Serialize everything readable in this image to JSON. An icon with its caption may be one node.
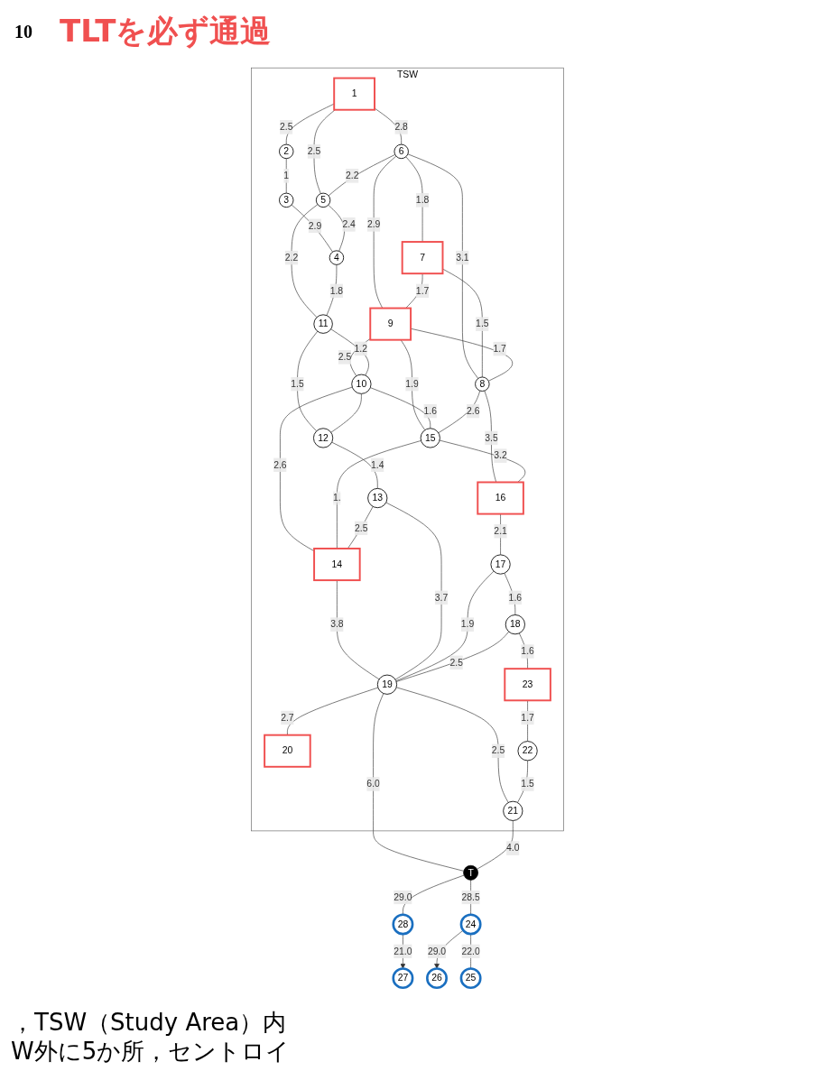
{
  "diagram": {
    "nodes": [
      {
        "text": [
          "TSW"
        ]
      },
      {
        "text": [
          "1"
        ],
        "in": 0
      },
      {
        "text": [
          "2"
        ],
        "in": 0
      },
      {
        "text": [
          "3"
        ],
        "in": 0
      },
      {
        "text": [
          "4"
        ],
        "in": 0
      },
      {
        "text": [
          "5"
        ],
        "in": 0
      },
      {
        "text": [
          "6"
        ],
        "in": 0
      },
      {
        "text": [
          "7"
        ],
        "in": 0
      },
      {
        "text": [
          "8"
        ],
        "in": 0
      },
      {
        "text": [
          "9"
        ],
        "in": 0
      },
      {
        "text": [
          "10"
        ],
        "in": 0
      },
      {
        "text": [
          "11"
        ],
        "in": 0
      },
      {
        "text": [
          "12"
        ],
        "in": 0
      },
      {
        "text": [
          "13"
        ],
        "in": 0
      },
      {
        "text": [
          "14"
        ],
        "in": 0
      },
      {
        "text": [
          "15"
        ],
        "in": 0
      },
      {
        "text": [
          "16"
        ],
        "in": 0
      },
      {
        "text": [
          "17"
        ],
        "in": 0
      },
      {
        "text": [
          "18"
        ],
        "in": 0
      },
      {
        "text": [
          "19"
        ],
        "in": 0
      },
      {
        "text": [
          "20"
        ],
        "in": 0
      },
      {
        "text": [
          "21"
        ],
        "in": 0
      },
      {
        "text": [
          "22"
        ],
        "in": 0
      },
      {
        "text": [
          "23"
        ],
        "in": 0
      },
      {
        "text": [
          "T"
        ]
      },
      {
        "text": [
          "24"
        ]
      },
      {
        "text": [
          "25"
        ]
      },
      {
        "text": [
          "26"
        ]
      },
      {
        "text": [
          "27"
        ]
      },
      {
        "text": [
          "28"
        ]
      }
    ],
    "edges": [
      {
        "from": 1,
        "to": 2,
        "arrow": "none",
        "label": "2.5"
      },
      {
        "from": 2,
        "to": 3,
        "arrow": "none",
        "label": "1"
      },
      {
        "from": 3,
        "to": 4,
        "arrow": "none",
        "label": "2.9"
      },
      {
        "from": 1,
        "to": 6,
        "arrow": "none",
        "label": "2.8"
      },
      {
        "from": 1,
        "to": 5,
        "arrow": "none",
        "label": "2.5"
      },
      {
        "from": 6,
        "to": 5,
        "arrow": "none",
        "label": "2.2"
      },
      {
        "from": 5,
        "to": 4,
        "arrow": "none",
        "label": "2.4"
      },
      {
        "from": 5,
        "to": 11,
        "arrow": "none",
        "label": "2.2"
      },
      {
        "from": 4,
        "to": 11,
        "arrow": "none",
        "label": "1.8"
      },
      {
        "from": 6,
        "to": 7,
        "arrow": "none",
        "label": "1.8"
      },
      {
        "from": 6,
        "to": 8,
        "arrow": "none",
        "label": "3.1"
      },
      {
        "from": 6,
        "to": 9,
        "arrow": "none",
        "label": "2.9"
      },
      {
        "from": 7,
        "to": 9,
        "arrow": "none",
        "label": "1.7"
      },
      {
        "from": 7,
        "to": 8,
        "arrow": "none",
        "label": "1.5"
      },
      {
        "from": 9,
        "to": 8,
        "arrow": "none",
        "label": "1.7"
      },
      {
        "from": 9,
        "to": 10,
        "arrow": "none",
        "label": "2.5"
      },
      {
        "from": 9,
        "to": 15,
        "arrow": "none",
        "label": "1.9"
      },
      {
        "from": 11,
        "to": 10,
        "arrow": "none",
        "label": "1.2"
      },
      {
        "from": 11,
        "to": 12,
        "arrow": "none",
        "label": "1.5"
      },
      {
        "from": 10,
        "to": 12,
        "arrow": "none"
      },
      {
        "from": 10,
        "to": 15,
        "arrow": "none",
        "label": "1.6"
      },
      {
        "from": 10,
        "to": 14,
        "arrow": "none",
        "label": "2.6"
      },
      {
        "from": 8,
        "to": 15,
        "arrow": "none",
        "label": "2.6"
      },
      {
        "from": 15,
        "to": 14,
        "arrow": "none",
        "label": "1."
      },
      {
        "from": 12,
        "to": 13,
        "arrow": "none",
        "label": "1.4"
      },
      {
        "from": 13,
        "to": 14,
        "arrow": "none",
        "label": "2.5"
      },
      {
        "from": 8,
        "to": 16,
        "arrow": "none",
        "label": "3.5"
      },
      {
        "from": 15,
        "to": 16,
        "arrow": "none",
        "label": "3.2"
      },
      {
        "from": 14,
        "to": 19,
        "arrow": "none",
        "label": "3.8"
      },
      {
        "from": 13,
        "to": 19,
        "arrow": "none",
        "label": "3.7"
      },
      {
        "from": 16,
        "to": 17,
        "arrow": "none",
        "label": "2.1"
      },
      {
        "from": 17,
        "to": 19,
        "arrow": "none",
        "label": "1.9"
      },
      {
        "from": 17,
        "to": 18,
        "arrow": "none",
        "label": "1.6"
      },
      {
        "from": 18,
        "to": 19,
        "arrow": "none",
        "label": "2.5"
      },
      {
        "from": 19,
        "to": 20,
        "arrow": "none",
        "label": "2.7"
      },
      {
        "from": 19,
        "to": 21,
        "arrow": "none",
        "label": "2.5"
      },
      {
        "from": 18,
        "to": 23,
        "arrow": "none",
        "label": "1.6"
      },
      {
        "from": 23,
        "to": 22,
        "arrow": "none",
        "label": "1.7"
      },
      {
        "from": 22,
        "to": 21,
        "arrow": "none",
        "label": "1.5"
      },
      {
        "from": 19,
        "to": 24,
        "arrow": "none",
        "label": "6.0"
      },
      {
        "from": 21,
        "to": 24,
        "arrow": "none",
        "label": "4.0"
      },
      {
        "from": 24,
        "to": 29,
        "arrow": "none",
        "label": "29.0"
      },
      {
        "from": 24,
        "to": 25,
        "arrow": "none",
        "label": "28.5"
      },
      {
        "from": 29,
        "to": 28,
        "arrow": "to",
        "label": "21.0"
      },
      {
        "from": 25,
        "to": 27,
        "arrow": "to",
        "label": "29.0"
      },
      {
        "from": 25,
        "to": 26,
        "arrow": "none",
        "label": "22.0"
      }
    ],
    "labels": [
      "10",
      "TLTを必ず通過",
      "，TSW（Study Area）内",
      "W外に5か所，セントロイ"
    ]
  }
}
